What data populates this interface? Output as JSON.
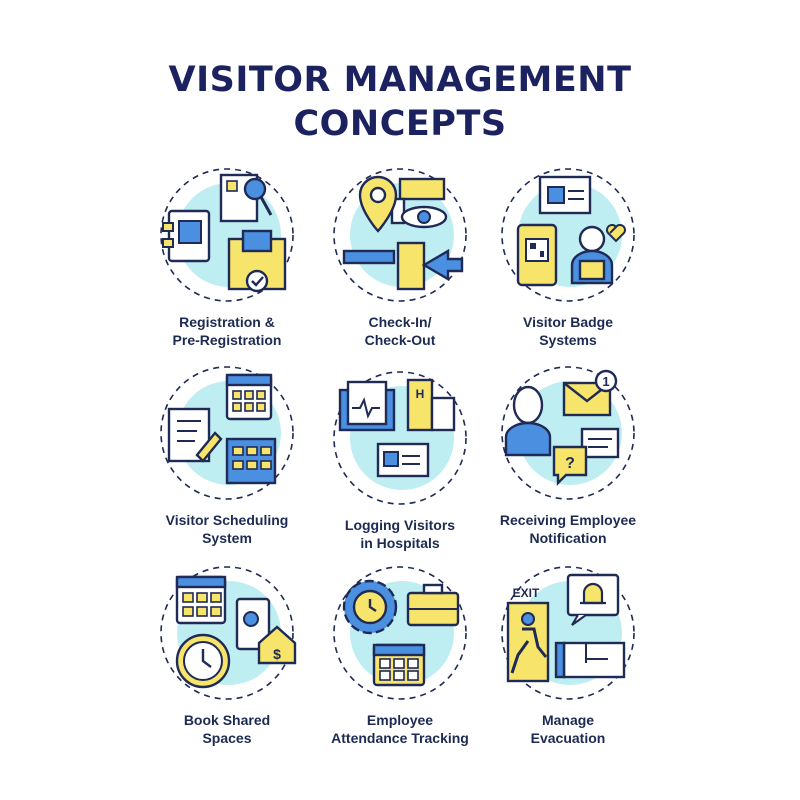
{
  "title": {
    "line1": "VISITOR MANAGEMENT",
    "line2": "CONCEPTS"
  },
  "colors": {
    "navy": "#1f2a55",
    "blue": "#4a8fe0",
    "yellow": "#f7e46a",
    "cyan": "#bfeef2"
  },
  "icons": [
    {
      "name": "registration-icon",
      "label": [
        "Registration &",
        "Pre-Registration"
      ]
    },
    {
      "name": "check-in-out-icon",
      "label": [
        "Check-In/",
        "Check-Out"
      ]
    },
    {
      "name": "visitor-badge-icon",
      "label": [
        "Visitor Badge",
        "Systems"
      ]
    },
    {
      "name": "scheduling-icon",
      "label": [
        "Visitor Scheduling",
        "System"
      ]
    },
    {
      "name": "hospital-logging-icon",
      "label": [
        "Logging Visitors",
        "in Hospitals"
      ]
    },
    {
      "name": "employee-notification-icon",
      "label": [
        "Receiving Employee",
        "Notification"
      ],
      "badge": "1",
      "question": "?"
    },
    {
      "name": "book-spaces-icon",
      "label": [
        "Book Shared",
        "Spaces"
      ],
      "currency": "$"
    },
    {
      "name": "attendance-tracking-icon",
      "label": [
        "Employee",
        "Attendance Tracking"
      ]
    },
    {
      "name": "evacuation-icon",
      "label": [
        "Manage",
        "Evacuation"
      ],
      "exit_sign": "EXIT"
    }
  ]
}
